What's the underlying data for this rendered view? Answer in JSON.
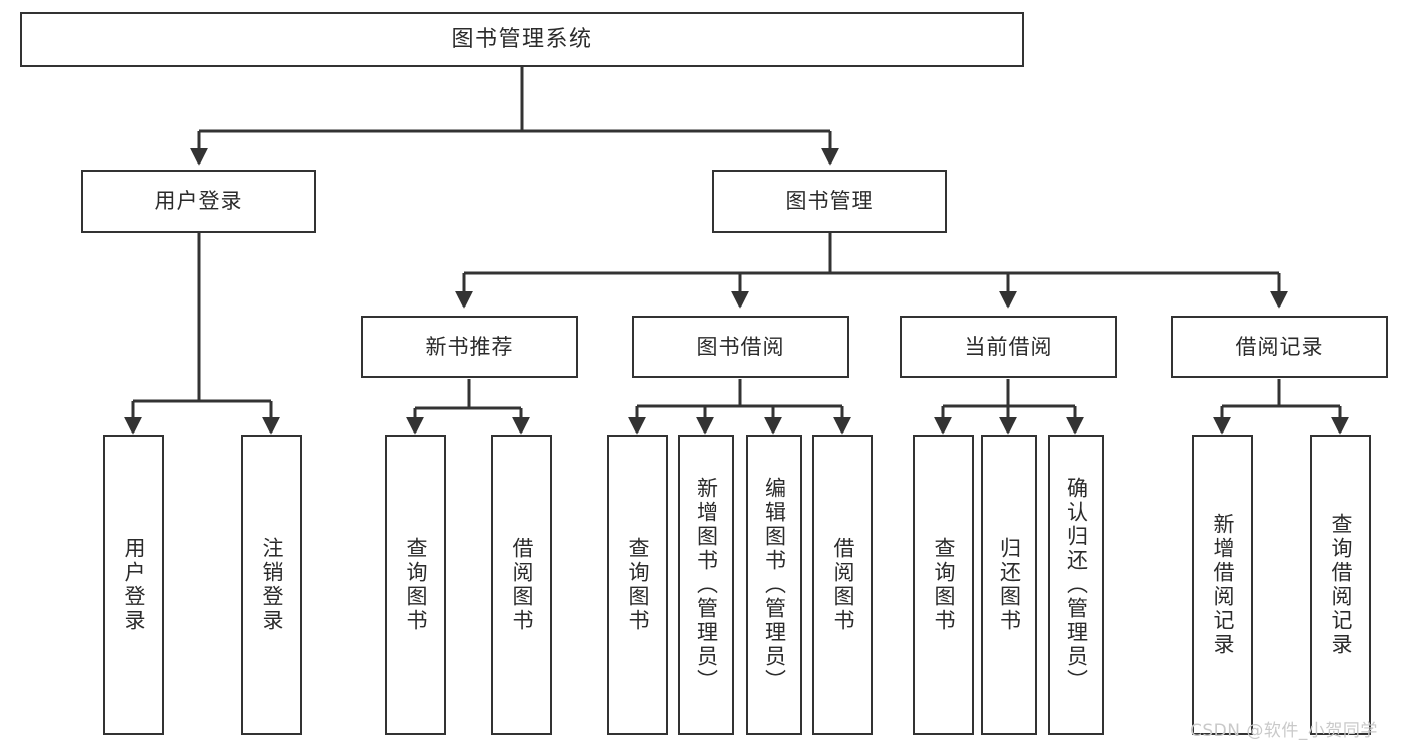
{
  "diagram": {
    "title": "图书管理系统",
    "watermark": "CSDN @软件_小贺同学",
    "colors": {
      "node_border": "#333333",
      "node_fill": "#ffffff",
      "edge": "#333333",
      "text": "#2b2b2b",
      "watermark": "#c9c9c9",
      "background": "#ffffff"
    },
    "nodes": {
      "root": {
        "label": "图书管理系统"
      },
      "level2": [
        {
          "label": "用户登录"
        },
        {
          "label": "图书管理"
        }
      ],
      "level3": [
        {
          "label": "新书推荐"
        },
        {
          "label": "图书借阅"
        },
        {
          "label": "当前借阅"
        },
        {
          "label": "借阅记录"
        }
      ],
      "leaves_user_login": [
        {
          "label": "用户登录"
        },
        {
          "label": "注销登录"
        }
      ],
      "leaves_new_book": [
        {
          "label": "查询图书"
        },
        {
          "label": "借阅图书"
        }
      ],
      "leaves_borrow": [
        {
          "label": "查询图书"
        },
        {
          "label": "新增图书（管理员）"
        },
        {
          "label": "编辑图书（管理员）"
        },
        {
          "label": "借阅图书"
        }
      ],
      "leaves_current": [
        {
          "label": "查询图书"
        },
        {
          "label": "归还图书"
        },
        {
          "label": "确认归还（管理员）"
        }
      ],
      "leaves_record": [
        {
          "label": "新增借阅记录"
        },
        {
          "label": "查询借阅记录"
        }
      ]
    }
  }
}
